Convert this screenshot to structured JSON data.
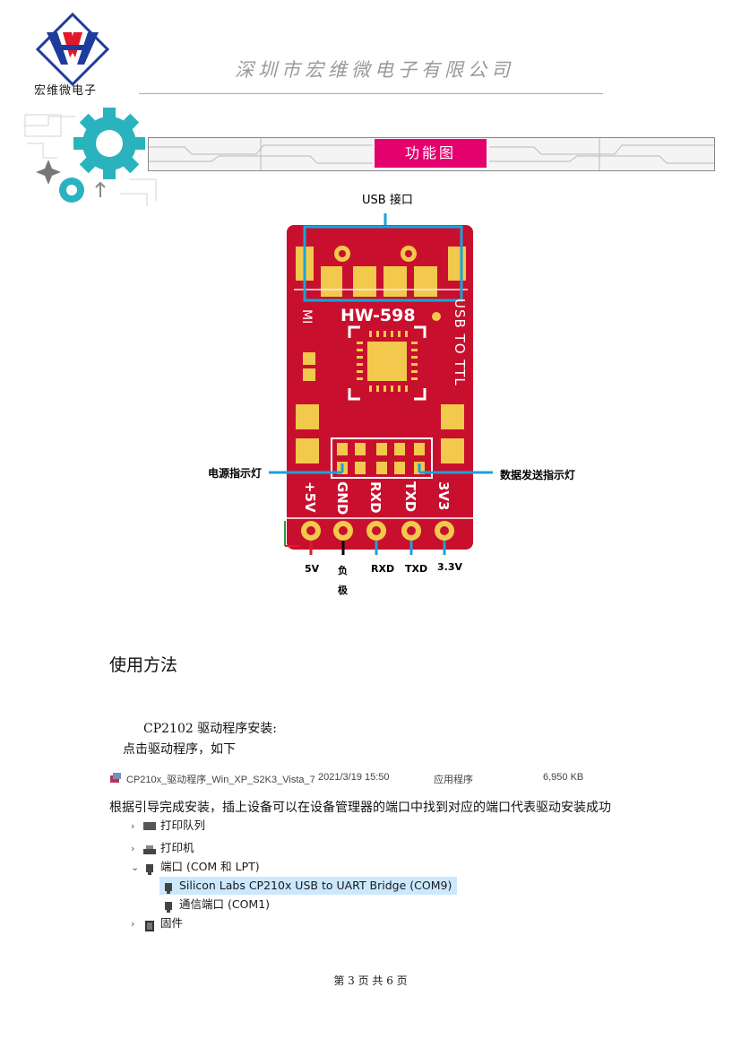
{
  "header": {
    "logo_text": "宏维微电子",
    "company": "深圳市宏维微电子有限公司"
  },
  "banner": {
    "title": "功能图"
  },
  "figure": {
    "usb_label": "USB 接口",
    "board_model": "HW-598",
    "board_side_text": "USB TO TTL",
    "board_mark": "MI",
    "power_led_label": "电源指示灯",
    "data_led_label": "数据发送指示灯",
    "pin_silk": [
      "+5V",
      "GND",
      "RXD",
      "TXD",
      "3V3"
    ],
    "pin_labels": [
      "5V",
      "负",
      "极",
      "RXD",
      "TXD",
      "3.3V"
    ]
  },
  "content": {
    "section_title": "使用方法",
    "driver_heading": "CP2102 驱动程序安装:",
    "driver_instruction": "点击驱动程序，如下",
    "file": {
      "name": "CP210x_驱动程序_Win_XP_S2K3_Vista_7",
      "date": "2021/3/19 15:50",
      "type": "应用程序",
      "size": "6,950 KB"
    },
    "install_note": "根据引导完成安装，插上设备可以在设备管理器的端口中找到对应的端口代表驱动安装成功"
  },
  "device_manager": {
    "partial_item": "打印队列",
    "printer": "打印机",
    "ports": "端口 (COM 和 LPT)",
    "port_selected": "Silicon Labs CP210x USB to UART Bridge (COM9)",
    "port_other": "通信端口 (COM1)",
    "firmware": "固件"
  },
  "footer": {
    "text": "第 3 页 共 6 页"
  },
  "colors": {
    "banner_tag": "#e4006d",
    "board": "#c8102e",
    "pad": "#f2c94c",
    "callout": "#1aa3d9",
    "selection": "#cce8ff"
  }
}
